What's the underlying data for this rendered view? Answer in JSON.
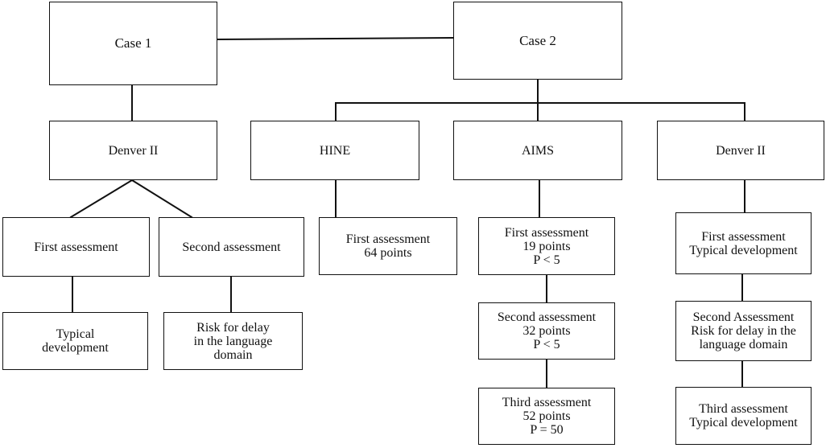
{
  "diagram": {
    "case1": {
      "title": "Case 1",
      "test": "Denver II",
      "first_assessment": "First assessment",
      "second_assessment": "Second assessment",
      "first_result": "Typical\ndevelopment",
      "second_result": "Risk for delay\nin the language\ndomain"
    },
    "case2": {
      "title": "Case 2",
      "hine": {
        "label": "HINE",
        "first": "First assessment\n64 points"
      },
      "aims": {
        "label": "AIMS",
        "first": "First assessment\n19 points\nP < 5",
        "second": "Second assessment\n32 points\nP < 5",
        "third": "Third assessment\n52 points\nP = 50"
      },
      "denver": {
        "label": "Denver II",
        "first": "First assessment\nTypical development",
        "second": "Second Assessment\nRisk for delay in the\nlanguage domain",
        "third": "Third assessment\nTypical development"
      }
    }
  }
}
